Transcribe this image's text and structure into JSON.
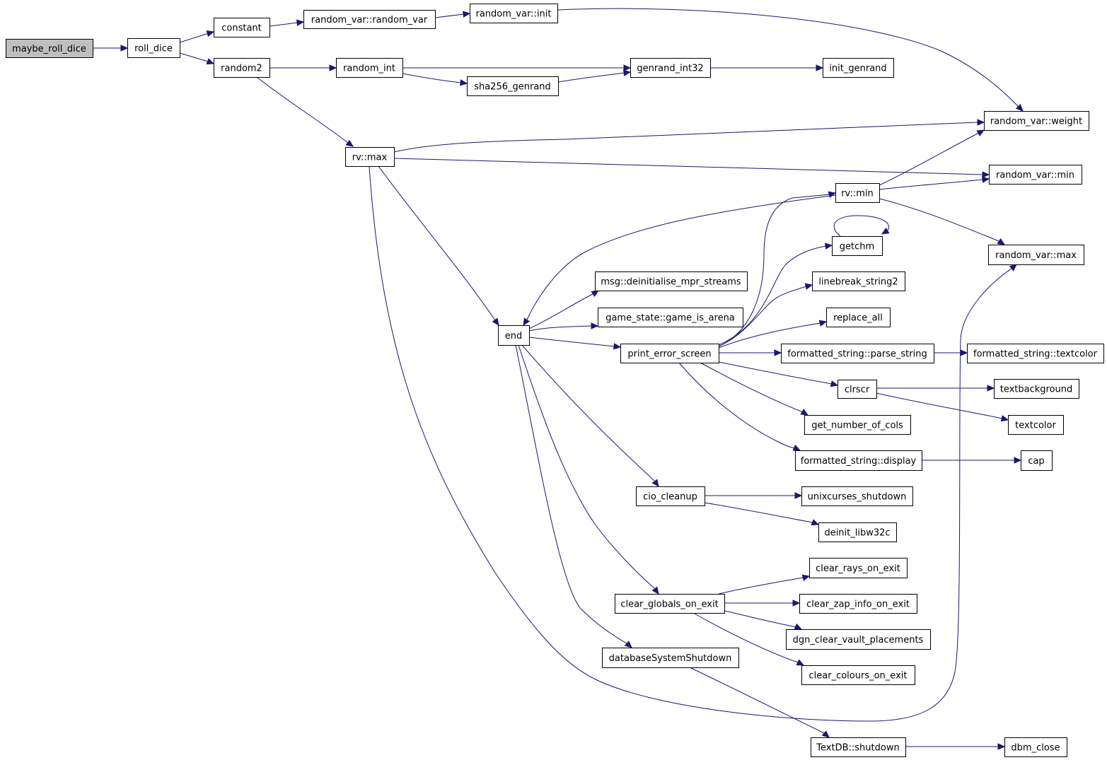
{
  "graph": {
    "edge_color": "#191970",
    "root_fill": "#bfbfbf",
    "nodes": [
      {
        "id": "maybe_roll_dice",
        "label": "maybe_roll_dice",
        "root": true
      },
      {
        "id": "roll_dice",
        "label": "roll_dice"
      },
      {
        "id": "constant",
        "label": "constant"
      },
      {
        "id": "random_var_ctor",
        "label": "random_var::random_var"
      },
      {
        "id": "random_var_init",
        "label": "random_var::init"
      },
      {
        "id": "random2",
        "label": "random2"
      },
      {
        "id": "random_int",
        "label": "random_int"
      },
      {
        "id": "sha256_genrand",
        "label": "sha256_genrand"
      },
      {
        "id": "genrand_int32",
        "label": "genrand_int32"
      },
      {
        "id": "init_genrand",
        "label": "init_genrand"
      },
      {
        "id": "random_var_weight",
        "label": "random_var::weight"
      },
      {
        "id": "rv_max",
        "label": "rv::max"
      },
      {
        "id": "random_var_min",
        "label": "random_var::min"
      },
      {
        "id": "rv_min",
        "label": "rv::min"
      },
      {
        "id": "getchm",
        "label": "getchm"
      },
      {
        "id": "random_var_max",
        "label": "random_var::max"
      },
      {
        "id": "msg_deinit",
        "label": "msg::deinitialise_mpr_streams"
      },
      {
        "id": "linebreak_string2",
        "label": "linebreak_string2"
      },
      {
        "id": "game_is_arena",
        "label": "game_state::game_is_arena"
      },
      {
        "id": "replace_all",
        "label": "replace_all"
      },
      {
        "id": "end",
        "label": "end"
      },
      {
        "id": "print_error_screen",
        "label": "print_error_screen"
      },
      {
        "id": "parse_string",
        "label": "formatted_string::parse_string"
      },
      {
        "id": "fs_textcolor",
        "label": "formatted_string::textcolor"
      },
      {
        "id": "clrscr",
        "label": "clrscr"
      },
      {
        "id": "textbackground",
        "label": "textbackground"
      },
      {
        "id": "get_number_of_cols",
        "label": "get_number_of_cols"
      },
      {
        "id": "textcolor",
        "label": "textcolor"
      },
      {
        "id": "fs_display",
        "label": "formatted_string::display"
      },
      {
        "id": "cap",
        "label": "cap"
      },
      {
        "id": "cio_cleanup",
        "label": "cio_cleanup"
      },
      {
        "id": "unixcurses_shutdown",
        "label": "unixcurses_shutdown"
      },
      {
        "id": "deinit_libw32c",
        "label": "deinit_libw32c"
      },
      {
        "id": "clear_rays_on_exit",
        "label": "clear_rays_on_exit"
      },
      {
        "id": "clear_globals_on_exit",
        "label": "clear_globals_on_exit"
      },
      {
        "id": "clear_zap_info_on_exit",
        "label": "clear_zap_info_on_exit"
      },
      {
        "id": "dgn_clear_vault_placements",
        "label": "dgn_clear_vault_placements"
      },
      {
        "id": "databaseSystemShutdown",
        "label": "databaseSystemShutdown"
      },
      {
        "id": "clear_colours_on_exit",
        "label": "clear_colours_on_exit"
      },
      {
        "id": "textdb_shutdown",
        "label": "TextDB::shutdown"
      },
      {
        "id": "dbm_close",
        "label": "dbm_close"
      }
    ],
    "edges": [
      {
        "from": "maybe_roll_dice",
        "to": "roll_dice"
      },
      {
        "from": "roll_dice",
        "to": "constant"
      },
      {
        "from": "roll_dice",
        "to": "random2"
      },
      {
        "from": "constant",
        "to": "random_var_ctor"
      },
      {
        "from": "random_var_ctor",
        "to": "random_var_init"
      },
      {
        "from": "random_var_init",
        "to": "random_var_weight"
      },
      {
        "from": "random2",
        "to": "random_int"
      },
      {
        "from": "random2",
        "to": "rv_max"
      },
      {
        "from": "random_int",
        "to": "genrand_int32"
      },
      {
        "from": "random_int",
        "to": "sha256_genrand"
      },
      {
        "from": "sha256_genrand",
        "to": "genrand_int32"
      },
      {
        "from": "genrand_int32",
        "to": "init_genrand"
      },
      {
        "from": "rv_max",
        "to": "random_var_weight"
      },
      {
        "from": "rv_max",
        "to": "random_var_min"
      },
      {
        "from": "rv_max",
        "to": "end"
      },
      {
        "from": "rv_max",
        "to": "random_var_max"
      },
      {
        "from": "rv_min",
        "to": "random_var_weight"
      },
      {
        "from": "rv_min",
        "to": "random_var_min"
      },
      {
        "from": "rv_min",
        "to": "random_var_max"
      },
      {
        "from": "rv_min",
        "to": "end"
      },
      {
        "from": "getchm",
        "to": "getchm"
      },
      {
        "from": "end",
        "to": "msg_deinit"
      },
      {
        "from": "end",
        "to": "game_is_arena"
      },
      {
        "from": "end",
        "to": "print_error_screen"
      },
      {
        "from": "end",
        "to": "cio_cleanup"
      },
      {
        "from": "end",
        "to": "clear_globals_on_exit"
      },
      {
        "from": "end",
        "to": "databaseSystemShutdown"
      },
      {
        "from": "print_error_screen",
        "to": "rv_min"
      },
      {
        "from": "print_error_screen",
        "to": "getchm"
      },
      {
        "from": "print_error_screen",
        "to": "linebreak_string2"
      },
      {
        "from": "print_error_screen",
        "to": "replace_all"
      },
      {
        "from": "print_error_screen",
        "to": "parse_string"
      },
      {
        "from": "print_error_screen",
        "to": "clrscr"
      },
      {
        "from": "print_error_screen",
        "to": "get_number_of_cols"
      },
      {
        "from": "print_error_screen",
        "to": "fs_display"
      },
      {
        "from": "parse_string",
        "to": "fs_textcolor"
      },
      {
        "from": "clrscr",
        "to": "textbackground"
      },
      {
        "from": "clrscr",
        "to": "textcolor"
      },
      {
        "from": "fs_display",
        "to": "cap"
      },
      {
        "from": "cio_cleanup",
        "to": "unixcurses_shutdown"
      },
      {
        "from": "cio_cleanup",
        "to": "deinit_libw32c"
      },
      {
        "from": "clear_globals_on_exit",
        "to": "clear_rays_on_exit"
      },
      {
        "from": "clear_globals_on_exit",
        "to": "clear_zap_info_on_exit"
      },
      {
        "from": "clear_globals_on_exit",
        "to": "dgn_clear_vault_placements"
      },
      {
        "from": "clear_globals_on_exit",
        "to": "clear_colours_on_exit"
      },
      {
        "from": "databaseSystemShutdown",
        "to": "textdb_shutdown"
      },
      {
        "from": "textdb_shutdown",
        "to": "dbm_close"
      }
    ]
  }
}
